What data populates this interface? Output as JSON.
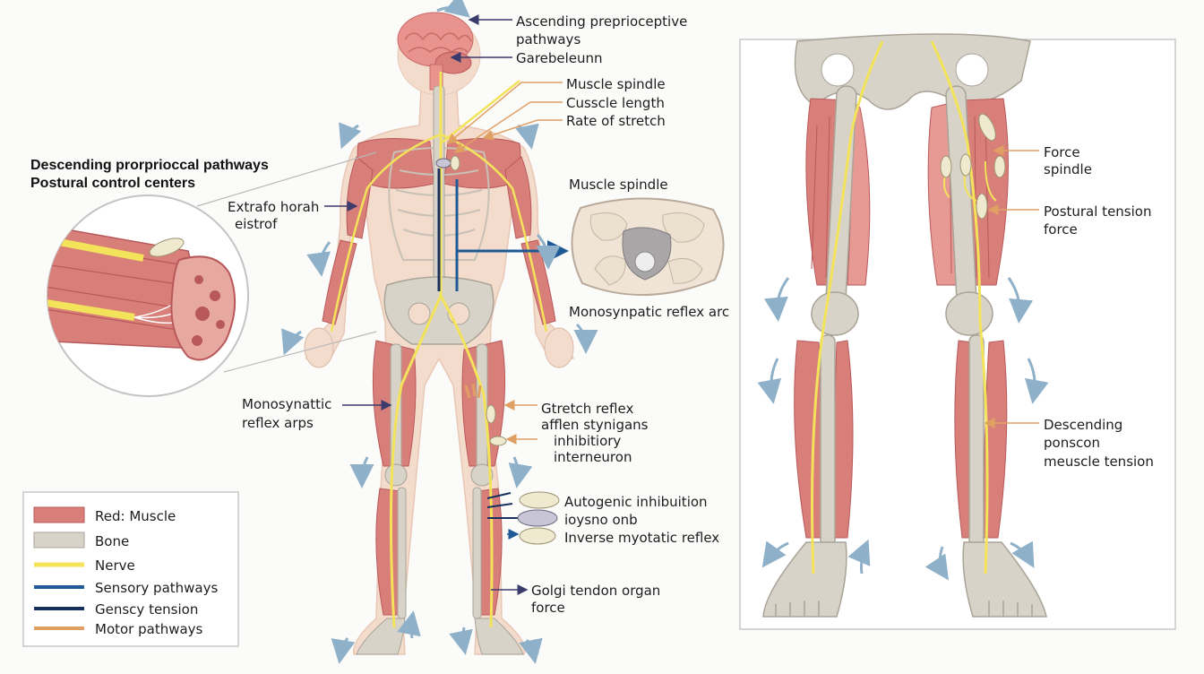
{
  "colors": {
    "muscle": "#d97f7a",
    "muscle_dark": "#b9585a",
    "bone": "#d8d3c8",
    "bone_edge": "#a9a398",
    "skin": "#f4dccd",
    "nerve": "#f3e35a",
    "sensory": "#1f5a96",
    "tension": "#18305e",
    "motor": "#e0a064",
    "pointer": "#3b3b6e",
    "arrow_blue": "#8eb0c8"
  },
  "labels": {
    "ascending": [
      "Ascending preprioceptive",
      "pathways"
    ],
    "cerebellum": "Garebeleunn",
    "muscle_spindle_top": "Muscle spindle",
    "muscle_length": "Cusscle length",
    "rate_stretch": "Rate of stretch",
    "descending_title": [
      "Descending prorprioccal pathways",
      "Postural control centers"
    ],
    "extrafusal": [
      "Extrafo horah",
      "eistrof"
    ],
    "muscle_spindle_mid": "Muscle spindle",
    "monosynaptic_arc": "Monosynpatic reflex arc",
    "monosynaptic_arps": [
      "Monosynattic",
      "reflex arps"
    ],
    "stretch_reflex": [
      "Gtretch reflex",
      "afflen stynigans"
    ],
    "inhibitory": [
      "inhibitiory",
      "interneuron"
    ],
    "autogenic": "Autogenic inhibuition",
    "ioysno": "ioysno onb",
    "inverse": "Inverse myotatic reflex",
    "golgi": [
      "Golgi tendon organ",
      "force"
    ],
    "force_spindle": [
      "Force",
      "spindle"
    ],
    "postural_tension": [
      "Postural tension",
      "force"
    ],
    "descending_tension": [
      "Descending",
      "ponscon",
      "meuscle tension"
    ]
  },
  "legend": [
    {
      "label": "Red: Muscle",
      "kind": "swatch",
      "color": "#d97f7a"
    },
    {
      "label": "Bone",
      "kind": "swatch",
      "color": "#d8d3c8"
    },
    {
      "label": "Nerve",
      "kind": "line",
      "color": "#f3e35a"
    },
    {
      "label": "Sensory pathways",
      "kind": "line",
      "color": "#1f5a96"
    },
    {
      "label": "Genscy tension",
      "kind": "line",
      "color": "#18305e"
    },
    {
      "label": "Motor pathways",
      "kind": "line",
      "color": "#e0a064"
    }
  ]
}
